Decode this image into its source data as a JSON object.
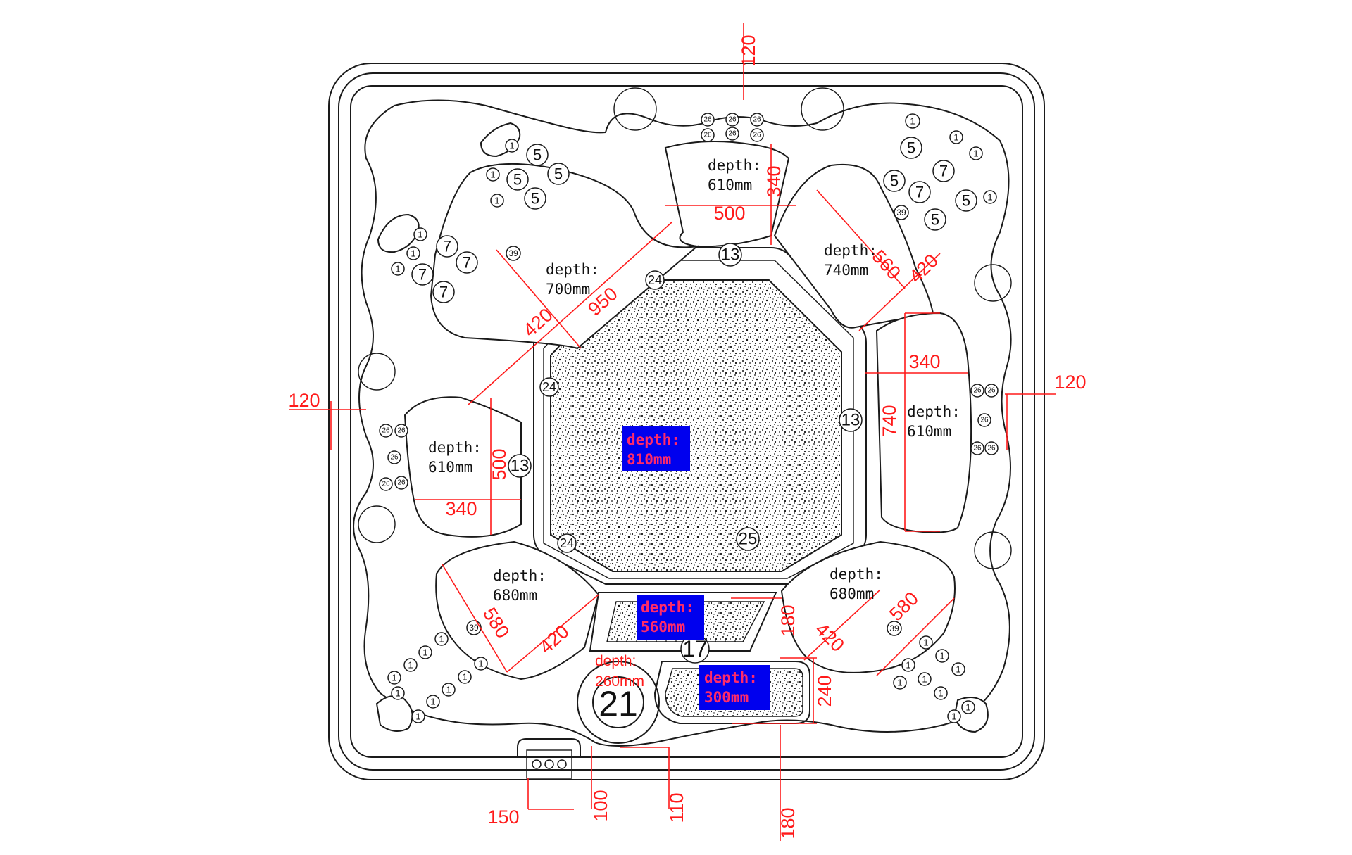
{
  "drawing": {
    "seat_depths": [
      {
        "line1": "depth:",
        "line2": "610mm"
      },
      {
        "line1": "depth:",
        "line2": "700mm"
      },
      {
        "line1": "depth:",
        "line2": "740mm"
      },
      {
        "line1": "depth:",
        "line2": "610mm"
      },
      {
        "line1": "depth:",
        "line2": "610mm"
      },
      {
        "line1": "depth:",
        "line2": "680mm"
      },
      {
        "line1": "depth:",
        "line2": "680mm"
      }
    ],
    "highlighted_depths": [
      {
        "line1": "depth:",
        "line2": "810mm"
      },
      {
        "line1": "depth:",
        "line2": "560mm"
      },
      {
        "line1": "depth:",
        "line2": "300mm"
      }
    ],
    "filter_depth": {
      "line1": "depth:",
      "line2": "260mm"
    },
    "dimensions": [
      "120",
      "120",
      "120",
      "500",
      "340",
      "950",
      "420",
      "560",
      "420",
      "340",
      "740",
      "500",
      "340",
      "580",
      "420",
      "580",
      "420",
      "180",
      "240",
      "150",
      "100",
      "110",
      "180"
    ],
    "part_numbers": [
      "1",
      "5",
      "7",
      "13",
      "17",
      "21",
      "24",
      "25",
      "26",
      "39"
    ]
  }
}
